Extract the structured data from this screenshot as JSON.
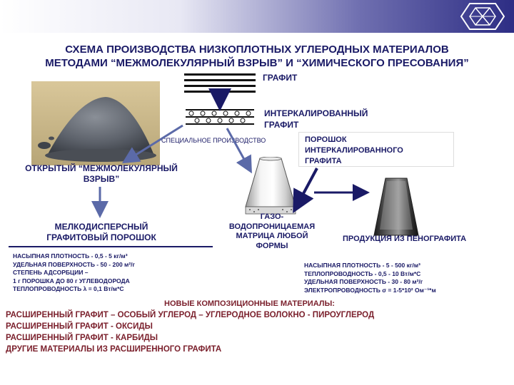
{
  "title": {
    "line1": "СХЕМА ПРОИЗВОДСТВА НИЗКОПЛОТНЫХ УГЛЕРОДНЫХ МАТЕРИАЛОВ",
    "line2": "МЕТОДАМИ “МЕЖМОЛЕКУЛЯРНЫЙ ВЗРЫВ” И “ХИМИЧЕСКОГО ПРЕСОВАНИЯ”"
  },
  "labels": {
    "graphite": "ГРАФИТ",
    "intercalated_1": "ИНТЕРКАЛИРОВАННЫЙ",
    "intercalated_2": "ГРАФИТ",
    "special_production": "СПЕЦИАЛЬНОЕ ПРОИЗВОДСТВО",
    "powder_1": "ПОРОШОК",
    "powder_2": "ИНТЕРКАЛИРОВАННОГО",
    "powder_3": "ГРАФИТА",
    "open_burst_1": "ОТКРЫТЫЙ “МЕЖМОЛЕКУЛЯРНЫЙ",
    "open_burst_2": "ВЗРЫВ”",
    "fine_powder_1": "МЕЛКОДИСПЕРСНЫЙ",
    "fine_powder_2": "ГРАФИТОВЫЙ ПОРОШОК",
    "matrix_1": "ГАЗО-",
    "matrix_2": "ВОДОПРОНИЦАЕМАЯ",
    "matrix_3": "МАТРИЦА ЛЮБОЙ",
    "matrix_4": "ФОРМЫ",
    "product": "ПРОДУКЦИЯ ИЗ ПЕНОГРАФИТА"
  },
  "props_left": [
    "НАСЫПНАЯ ПЛОТНОСТЬ - 0,5 - 5 кг/м³",
    "УДЕЛЬНАЯ ПОВЕРХНОСТЬ - 50 - 200 м²/г",
    "СТЕПЕНЬ АДСОРБЦИИ –",
    "1 г ПОРОШКА ДО 80 г УГЛЕВОДОРОДА",
    "ТЕПЛОПРОВОДНОСТЬ λ = 0,1 Вт/м*С"
  ],
  "props_right": [
    "НАСЫПНАЯ ПЛОТНОСТЬ - 5 - 500 кг/м³",
    "ТЕПЛОПРОВОДНОСТЬ - 0,5 - 10 Вт/м*С",
    "УДЕЛЬНАЯ ПОВЕРХНОСТЬ - 30 - 80 м²/г",
    "ЭЛЕКТРОПРОВОДНОСТЬ σ = 1-5*10² Ом⁻¹*м"
  ],
  "new_materials": {
    "title": "НОВЫЕ КОМПОЗИЦИОННЫЕ МАТЕРИАЛЫ:",
    "items": [
      "РАСШИРЕННЫЙ ГРАФИТ – ОСОБЫЙ УГЛЕРОД – УГЛЕРОДНОЕ ВОЛОКНО - ПИРОУГЛЕРОД",
      "РАСШИРЕННЫЙ ГРАФИТ - ОКСИДЫ",
      "РАСШИРЕННЫЙ ГРАФИТ - КАРБИДЫ",
      "ДРУГИЕ МАТЕРИАЛЫ ИЗ РАСШИРЕННОГО ГРАФИТА"
    ]
  },
  "colors": {
    "header_dark": "#2d2d84",
    "text_blue": "#1a1a66",
    "text_dark_red": "#7a1f2b"
  }
}
